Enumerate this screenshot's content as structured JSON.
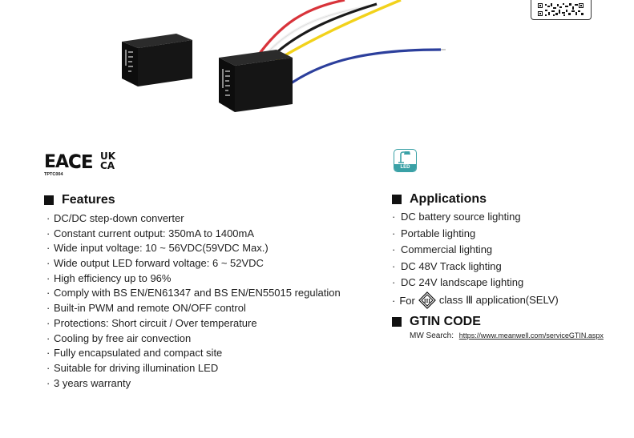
{
  "certifications": {
    "eac": "EAC",
    "ce": "CE",
    "ukca_top": "UK",
    "ukca_bottom": "CA",
    "tptc": "TPTC004"
  },
  "led_badge": {
    "label": "LED",
    "color": "#3aa1a6"
  },
  "features": {
    "title": "Features",
    "items": [
      "DC/DC step-down converter",
      "Constant current output: 350mA to 1400mA",
      "Wide input voltage: 10 ~ 56VDC(59VDC Max.)",
      "Wide output LED forward voltage: 6 ~ 52VDC",
      "High efficiency up to 96%",
      "Comply with BS EN/EN61347 and BS EN/EN55015 regulation",
      "Built-in PWM and remote ON/OFF control",
      "Protections: Short circuit / Over temperature",
      "Cooling by free air convection",
      "Fully encapsulated and compact site",
      "Suitable for driving illumination LED",
      "3 years warranty"
    ]
  },
  "applications": {
    "title": "Applications",
    "items": [
      "DC battery source lighting",
      "Portable lighting",
      "Commercial lighting",
      "DC 48V Track lighting",
      "DC 24V landscape lighting"
    ],
    "for_prefix": "For",
    "class_symbol": "III",
    "for_suffix": "class Ⅲ application(SELV)"
  },
  "gtin": {
    "title": "GTIN CODE",
    "search_label": "MW Search:",
    "search_url": "https://www.meanwell.com/serviceGTIN.aspx"
  },
  "bullet": "·",
  "wire_colors": {
    "red": "#d8333a",
    "white": "#f2f2f2",
    "black": "#1a1a1a",
    "yellow": "#f2d21b",
    "blue": "#2c3f9c"
  }
}
